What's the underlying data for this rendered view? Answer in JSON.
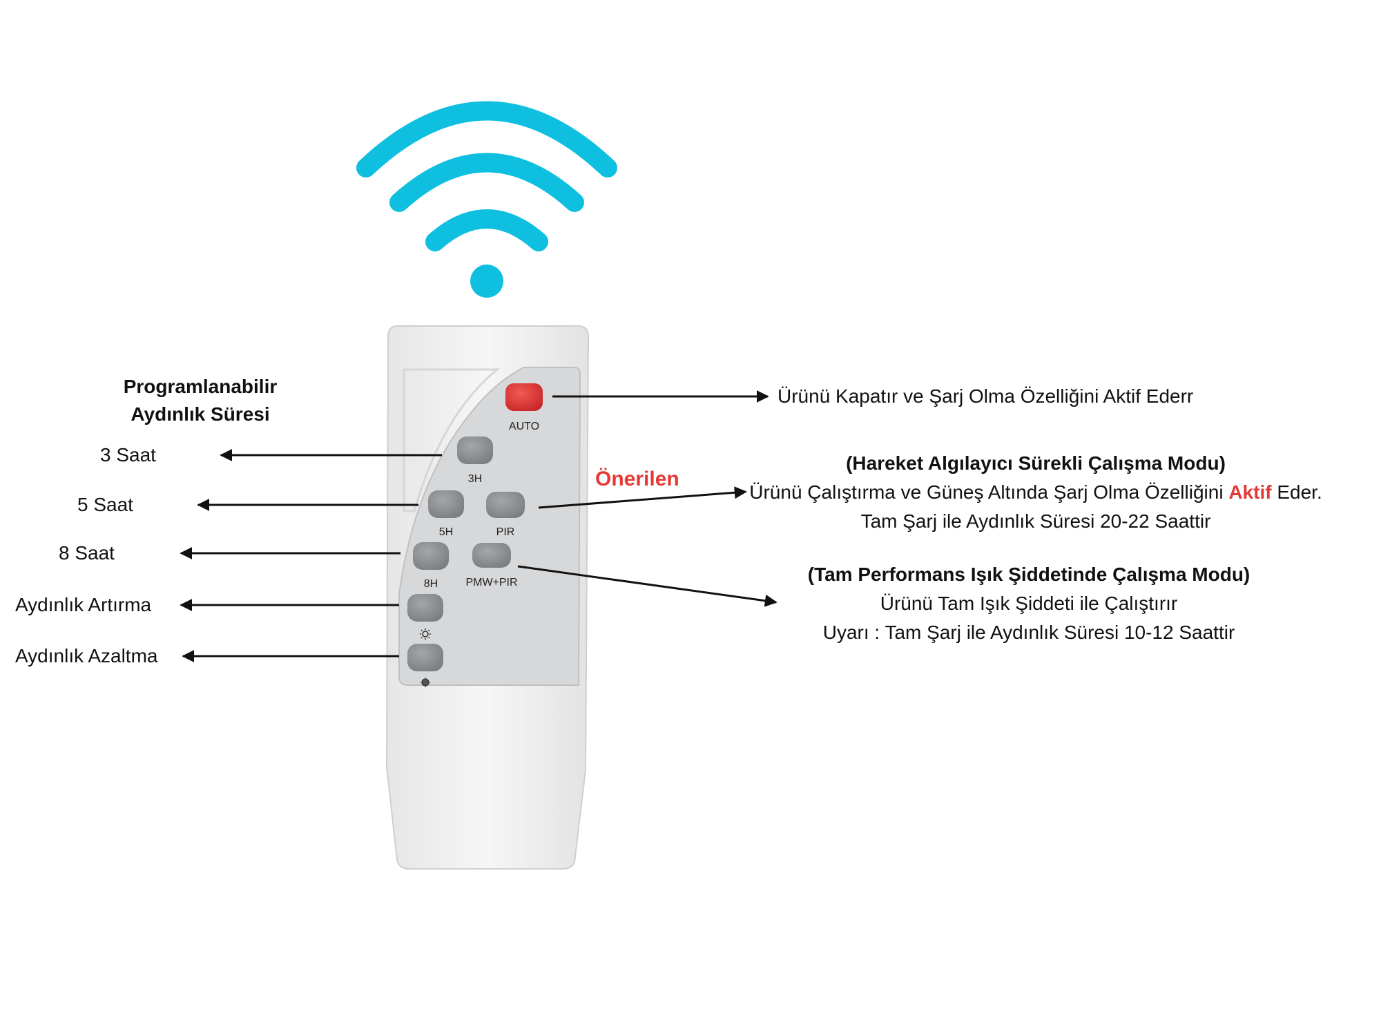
{
  "colors": {
    "wifi": "#0ebfe0",
    "accent_red": "#e53935",
    "remote_body": "#f1f1f1",
    "panel": "#d7d8da",
    "button_gray": "#8f9194",
    "auto_button": "#e33b3b",
    "arrow": "#111111"
  },
  "icons": {
    "wifi": "wifi-icon",
    "brightness_up": "sun-icon",
    "brightness_down": "sun-dim-icon"
  },
  "remote": {
    "buttons": {
      "auto": "AUTO",
      "h3": "3H",
      "h5": "5H",
      "pir": "PIR",
      "h8": "8H",
      "pmw_pir": "PMW+PIR"
    }
  },
  "left_labels": {
    "heading_line1": "Programlanabilir",
    "heading_line2": "Aydınlık Süresi",
    "saat3": "3 Saat",
    "saat5": "5 Saat",
    "saat8": "8 Saat",
    "increase": "Aydınlık Artırma",
    "decrease": "Aydınlık Azaltma"
  },
  "right_labels": {
    "auto_desc": "Ürünü Kapatır ve Şarj Olma Özelliğini Aktif Ederr",
    "recommended": "Önerilen",
    "pir_title": "(Hareket Algılayıcı Sürekli Çalışma Modu)",
    "pir_line1_pre": "Ürünü Çalıştırma ve Güneş Altında Şarj Olma Özelliğini ",
    "pir_line1_emph": "Aktif",
    "pir_line1_post": " Eder.",
    "pir_line2": "Tam Şarj ile Aydınlık Süresi 20-22 Saattir",
    "pmw_title": "(Tam Performans Işık Şiddetinde Çalışma Modu)",
    "pmw_line1": "Ürünü Tam Işık Şiddeti ile Çalıştırır",
    "pmw_line2": "Uyarı : Tam Şarj ile Aydınlık Süresi 10-12 Saattir"
  }
}
